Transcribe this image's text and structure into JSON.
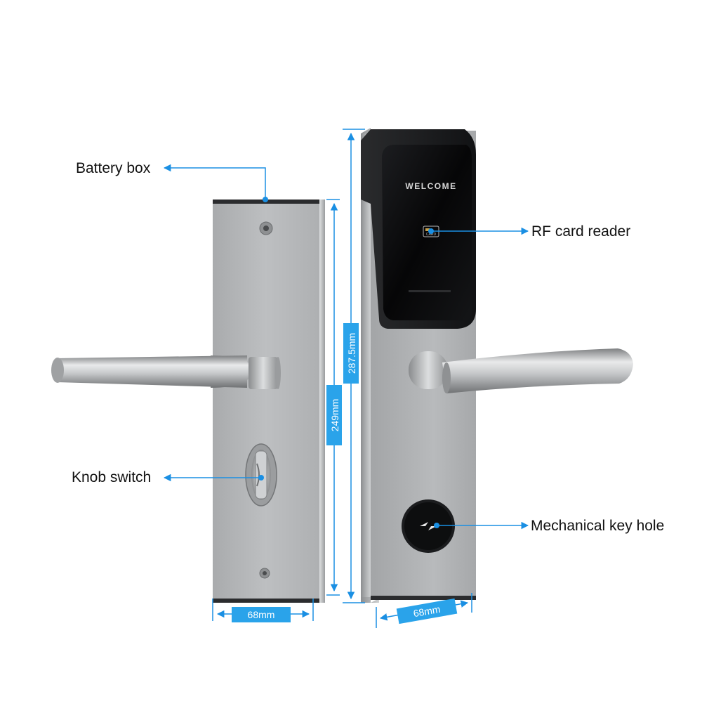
{
  "callouts": {
    "battery_box": "Battery box",
    "rf_card_reader": "RF card reader",
    "knob_switch": "Knob switch",
    "mechanical_key_hole": "Mechanical key hole"
  },
  "dimensions": {
    "height_front": "287.5mm",
    "height_back": "249mm",
    "width_back": "68mm",
    "width_front": "68mm"
  },
  "panel": {
    "screen_text": "WELCOME",
    "card_icon_text": "CARD"
  },
  "colors": {
    "accent": "#1a8fe3",
    "label_fill": "#2aa3ea",
    "steel": "#b4b6b8",
    "glass": "#0b0b0c"
  }
}
